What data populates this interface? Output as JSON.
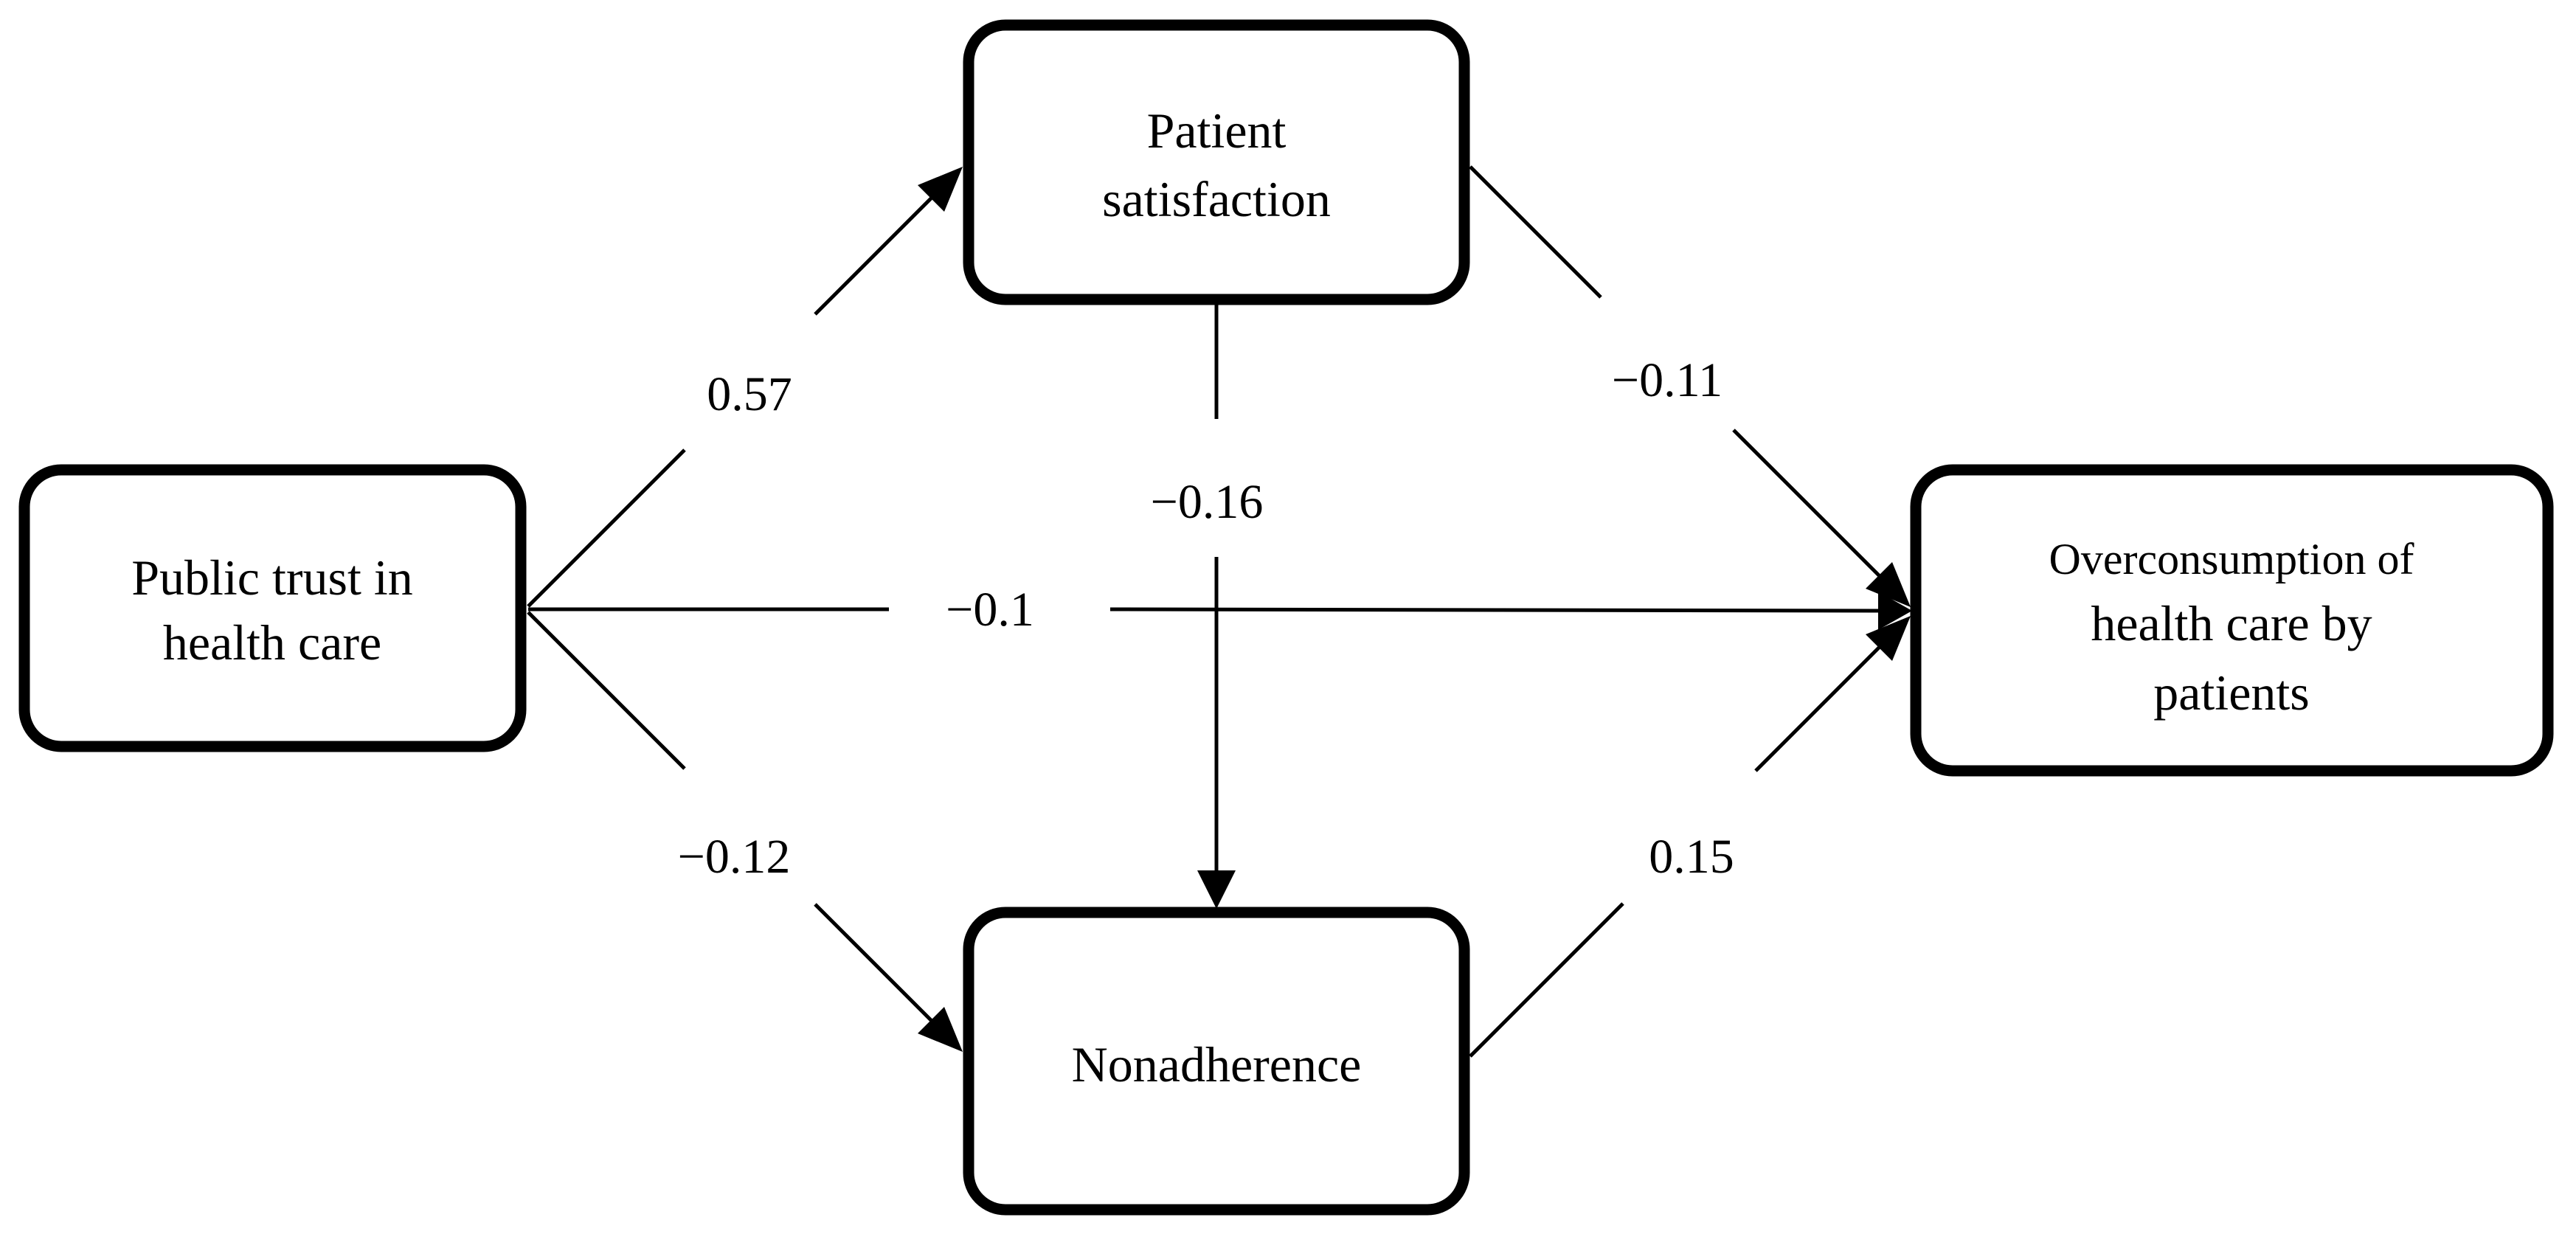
{
  "nodes": {
    "public_trust": {
      "lines": [
        "Public trust in",
        "health care"
      ]
    },
    "patient_satisfaction": {
      "lines": [
        "Patient",
        "satisfaction"
      ]
    },
    "nonadherence": {
      "lines": [
        "Nonadherence"
      ]
    },
    "overconsumption": {
      "lines": [
        "Overconsumption of",
        "health care by",
        "patients"
      ]
    }
  },
  "edges": {
    "trust_to_satisfaction": {
      "label": "0.57"
    },
    "trust_to_nonadherence": {
      "label": "−0.12"
    },
    "trust_to_overconsumption": {
      "label": "−0.1"
    },
    "satisfaction_to_nonadherence": {
      "label": "−0.16"
    },
    "satisfaction_to_overconsumption": {
      "label": "−0.11"
    },
    "nonadherence_to_overconsumption": {
      "label": "0.15"
    }
  },
  "colors": {
    "stroke": "#000000",
    "background": "#ffffff"
  }
}
